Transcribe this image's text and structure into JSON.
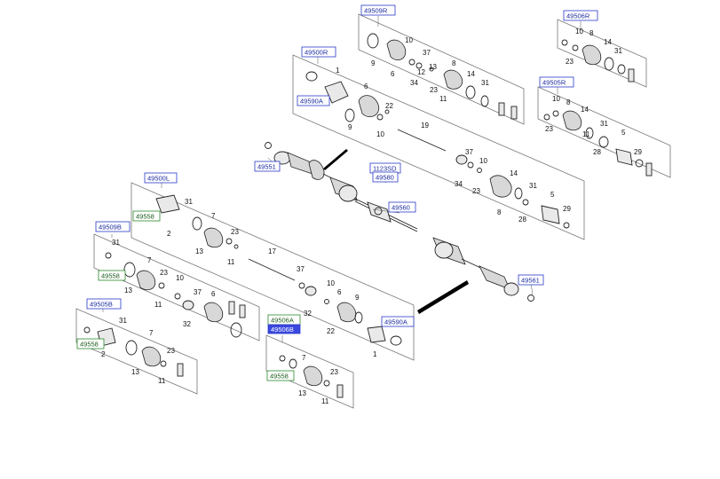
{
  "refs": {
    "r49509R": "49509R",
    "r49506R": "49506R",
    "r49500R": "49500R",
    "r49505R": "49505R",
    "r49590A": "49590A",
    "r49551": "49551",
    "r1123SD": "1123SD",
    "r49580": "49580",
    "r49560": "49560",
    "r49500L": "49500L",
    "r49558": "49558",
    "r49509B": "49509B",
    "r49505B": "49505B",
    "r49506A": "49506A",
    "r49506B": "49506B",
    "r49561": "49561"
  },
  "nums": {
    "n1": "1",
    "n2": "2",
    "n5": "5",
    "n6": "6",
    "n7": "7",
    "n8": "8",
    "n9": "9",
    "n10": "10",
    "n11": "11",
    "n12": "12",
    "n13": "13",
    "n14": "14",
    "n17": "17",
    "n19": "19",
    "n22": "22",
    "n23": "23",
    "n28": "28",
    "n29": "29",
    "n31": "31",
    "n32": "32",
    "n34": "34",
    "n37": "37"
  }
}
